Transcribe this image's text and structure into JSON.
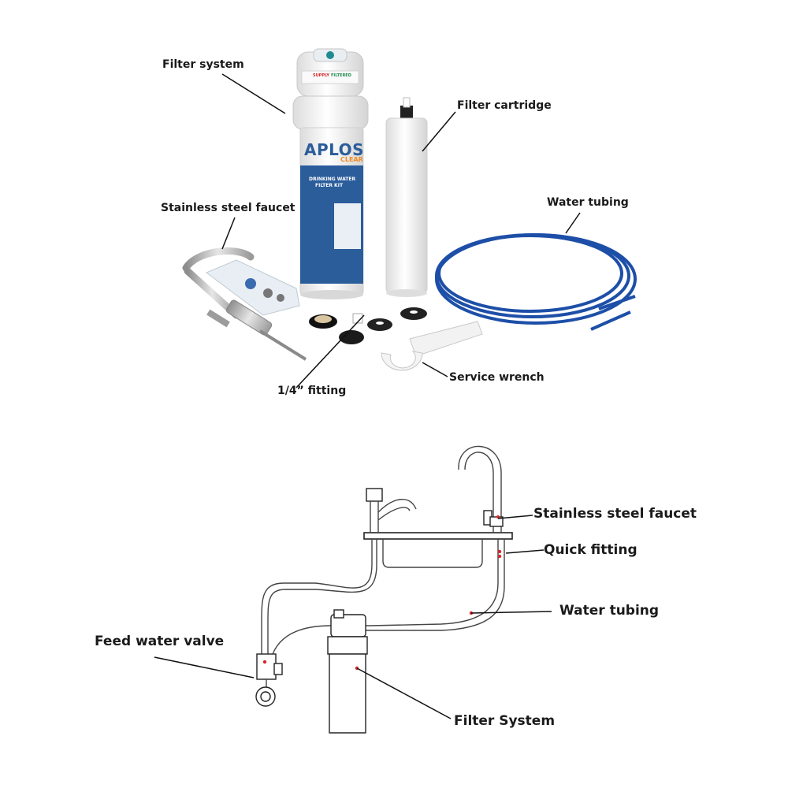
{
  "kit": {
    "labels": {
      "filter_system": "Filter system",
      "filter_cartridge": "Filter cartridge",
      "faucet": "Stainless steel faucet",
      "water_tubing": "Water tubing",
      "fitting": "1/4” fitting",
      "wrench": "Service wrench"
    },
    "product": {
      "brand": "APLOS",
      "sub": "CLEAR",
      "panel_line1": "DRINKING WATER",
      "panel_line2": "FILTER KIT",
      "supply": "SUPPLY",
      "filtered": "FILTERED"
    }
  },
  "install": {
    "labels": {
      "faucet": "Stainless steel faucet",
      "quick_fitting": "Quick fitting",
      "water_tubing": "Water tubing",
      "feed_valve": "Feed water valve",
      "filter_system": "Filter System"
    }
  },
  "colors": {
    "tubing_blue": "#1d4fa8",
    "panel_blue": "#2b5d9b",
    "accent_red": "#d9262b",
    "line": "#111111"
  }
}
